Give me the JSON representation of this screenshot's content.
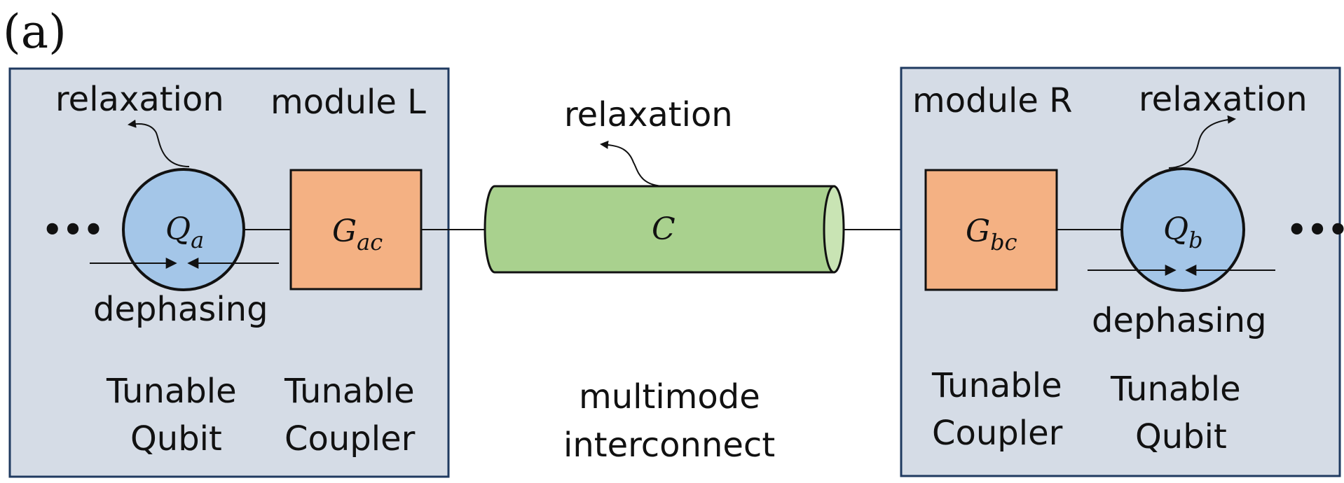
{
  "panel_label": "(a)",
  "module_left": {
    "title": "module L",
    "qubit_symbol": "Q",
    "qubit_subscript": "a",
    "coupler_symbol": "G",
    "coupler_subscript": "ac",
    "relaxation_label": "relaxation",
    "dephasing_label": "dephasing",
    "ellipsis": "•••",
    "qubit_caption_line1": "Tunable",
    "qubit_caption_line2": "Qubit",
    "coupler_caption_line1": "Tunable",
    "coupler_caption_line2": "Coupler"
  },
  "interconnect": {
    "symbol": "C",
    "relaxation_label": "relaxation",
    "caption_line1": "multimode",
    "caption_line2": "interconnect"
  },
  "module_right": {
    "title": "module R",
    "qubit_symbol": "Q",
    "qubit_subscript": "b",
    "coupler_symbol": "G",
    "coupler_subscript": "bc",
    "relaxation_label": "relaxation",
    "dephasing_label": "dephasing",
    "ellipsis": "•••",
    "qubit_caption_line1": "Tunable",
    "qubit_caption_line2": "Qubit",
    "coupler_caption_line1": "Tunable",
    "coupler_caption_line2": "Coupler"
  },
  "colors": {
    "module_fill": "#d5dce6",
    "module_stroke": "#1f3a60",
    "qubit_fill": "#a4c6e8",
    "coupler_fill": "#f4b183",
    "interconnect_fill": "#a9d18e",
    "interconnect_cap_fill": "#c9e4b4",
    "qubit_caption": "#2e75b6",
    "coupler_caption": "#c55a11",
    "interconnect_caption": "#548235"
  }
}
